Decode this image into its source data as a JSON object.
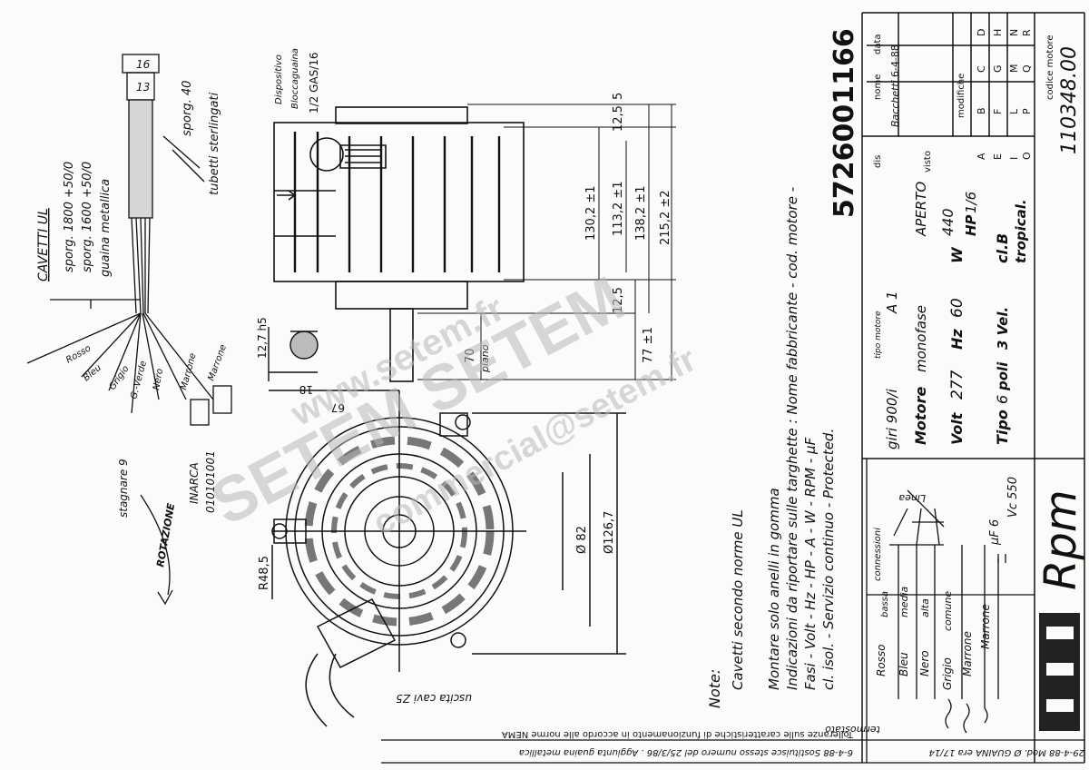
{
  "title_block": {
    "code": "5726001166",
    "col_headers": {
      "dis": "dis",
      "nome": "nome",
      "data": "data"
    },
    "signed_name": "Bacchetti",
    "sign_date": "6-4-88",
    "visto": "visto",
    "modifiche": "modifiche",
    "mod_letters": [
      "A",
      "B",
      "C",
      "D",
      "E",
      "F",
      "G",
      "H",
      "I",
      "L",
      "M",
      "N",
      "O",
      "P",
      "Q",
      "R"
    ],
    "codice_motore_label": "codice motore",
    "codice_motore": "110348.00",
    "rpm": "Rpm"
  },
  "specs": {
    "giri": "giri 900/i",
    "tipo_motore_label": "tipo motore",
    "tipo_motore": "A 1",
    "motore": "Motore",
    "monofase": "monofase",
    "aperto": "APERTO",
    "volt": "Volt",
    "volt_val": "277",
    "hz": "Hz",
    "hz_val": "60",
    "w": "W",
    "w_val": "440",
    "hp": "HP",
    "hp_val": "1/6",
    "tipo": "Tipo",
    "tipo_val": "6",
    "poli": "poli",
    "vel": "3 Vel.",
    "cl": "cl.B",
    "tropical": "tropical."
  },
  "notes": {
    "heading": "Note:",
    "lines": [
      "Cavetti secondo norme UL",
      "Montare solo anelli in gomma",
      "Indicazioni da riportare sulle targhette : Nome fabbricante - cod. motore -",
      "Fasi - Volt - Hz - HP - A - W - RPM - µF",
      "cl. isol. - Servizio continuo - Protected."
    ]
  },
  "cables": {
    "title": "CAVETTI UL",
    "sporg_1800": "sporg. 1800 +50/0",
    "sporg_1600": "sporg. 1600 +50/0",
    "guaina": "guaina metallica",
    "sporg_40": "sporg. 40",
    "tubetti": "tubetti sterlingati",
    "dim_16": "16",
    "dim_13": "13",
    "wires": [
      "Rosso",
      "Bleu",
      "Grigio",
      "G.-Verde",
      "Nero",
      "Marrone",
      "Marrone"
    ],
    "stagnare": "stagnare 9",
    "inarca": "INARCA",
    "inarca_code": "010101001",
    "rotazione": "ROTAZIONE"
  },
  "dimensions": {
    "dispositivo": "Dispositivo",
    "bloccaguaina": "Bloccaguaina",
    "gas": "1/2 GAS/16",
    "d_130": "130,2 ±1",
    "d_113": "113,2 ±1",
    "d_138": "138,2 ±1",
    "d_215": "215,2 ±2",
    "d_5": "5",
    "d_125a": "12,5",
    "d_125b": "12,5",
    "d_77": "77 ±1",
    "d_70": "70",
    "piano": "piano",
    "d_127": "12,7 h5",
    "d_18": "18",
    "d_67": "67",
    "r485": "R48,5",
    "phi82": "Ø 82",
    "phi1267": "Ø126,7",
    "uscita": "uscita cavi Z5"
  },
  "connections": {
    "title": "connessioni",
    "linea": "Linea",
    "bassa": "bassa",
    "media": "media",
    "alta": "alta",
    "comune": "comune",
    "wires": [
      "Rosso",
      "Bleu",
      "Nero",
      "Grigio",
      "Marrone",
      "Marrone"
    ],
    "termostato": "termostato",
    "uf": "µF 6",
    "vc": "Vc 550"
  },
  "footer": {
    "line1": "Tolleranze sulle caratteristiche di funzionamento in accordo alle norme  NEMA",
    "line2": "6-4-88 Sostituisce stesso numero del 25/3/86 . Aggiunta guaina metallica",
    "line3": "29-4-88 Mod. Ø GUAINA era 17/14"
  },
  "watermark": {
    "text1": "www.setem.fr",
    "text2": "SETEM SETEM",
    "text3": "commercial@setem.fr"
  }
}
